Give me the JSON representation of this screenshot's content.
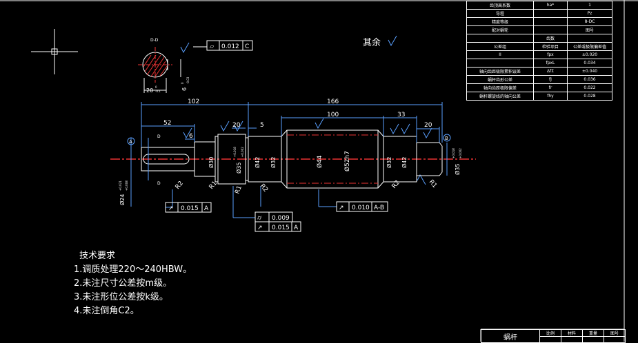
{
  "section_view": {
    "label": "D-D",
    "width_dim": "20",
    "width_tol_upper": "0",
    "width_tol_lower": "-0.1",
    "depth_dim": "6",
    "depth_tol_upper": "0",
    "depth_tol_lower": "-0.03"
  },
  "feature_frames": {
    "flatness": {
      "value": "0.012",
      "datum": "C"
    },
    "runout_left": {
      "value": "0.015",
      "datum": "A"
    },
    "cylindricity": {
      "value": "0.009"
    },
    "runout_mid": {
      "value": "0.015",
      "datum": "A"
    },
    "runout_right": {
      "value": "0.010",
      "datum": "A-B"
    }
  },
  "surface_note": "其余",
  "dimensions": {
    "overall_left": "102",
    "overall_right": "166",
    "keyway_len": "52",
    "key_offset": "6",
    "seg_20a": "20",
    "seg_5": "5",
    "seg_100": "100",
    "seg_33": "33",
    "seg_20b": "20",
    "d30": "Ø30",
    "d35": "Ø35",
    "d35_tol_up": "+0.018",
    "d35_tol_lo": "+0.002",
    "d42a": "Ø42",
    "d32a": "Ø32",
    "d44": "Ø44",
    "d52h7": "Ø52h7",
    "d32b": "Ø32",
    "d42b": "Ø42",
    "d35r": "Ø35",
    "d35r_tol_up": "+0.018",
    "d35r_tol_lo": "+0.002",
    "d24": "Ø24",
    "d24_tol_up": "+0.021",
    "d24_tol_lo": "+0.008",
    "r2a": "R2",
    "r1a": "R1",
    "r1b": "R1",
    "r2b": "R2",
    "r2c": "R2",
    "r1c": "R1",
    "section_mark": "D",
    "datum_a": "A",
    "datum_b": "B"
  },
  "tech_requirements": {
    "heading": "技术要求",
    "items": [
      "1.调质处理220～240HBW。",
      "2.未注尺寸公差按m级。",
      "3.未注形位公差按k级。",
      "4.未注倒角C2。"
    ]
  },
  "param_table": {
    "rows": [
      [
        "齿顶高系数",
        "ha*",
        "1"
      ],
      [
        "导程",
        "",
        "Pz"
      ],
      [
        "精度等级",
        "",
        "8-DC"
      ],
      [
        "配对蜗轮",
        "",
        "图号"
      ],
      [
        "",
        "齿数",
        ""
      ],
      [
        "公差组",
        "检验项目",
        "公差或极限偏差值"
      ],
      [
        "II",
        "fpx",
        "±0.020"
      ],
      [
        "",
        "fpxL",
        "0.034"
      ],
      [
        "轴向齿距极限累积误差",
        "ΔfΣ",
        "±0.040"
      ],
      [
        "蜗杆齿形公差",
        "fJ",
        "0.036"
      ],
      [
        "轴向齿距极限偏差",
        "fr",
        "0.022"
      ],
      [
        "蜗杆螺旋线的轴向公差",
        "fhy",
        "0.028"
      ]
    ]
  },
  "title_block": {
    "part_name": "蜗杆",
    "cells": [
      "比例",
      "材料",
      "重量",
      "图号"
    ]
  }
}
